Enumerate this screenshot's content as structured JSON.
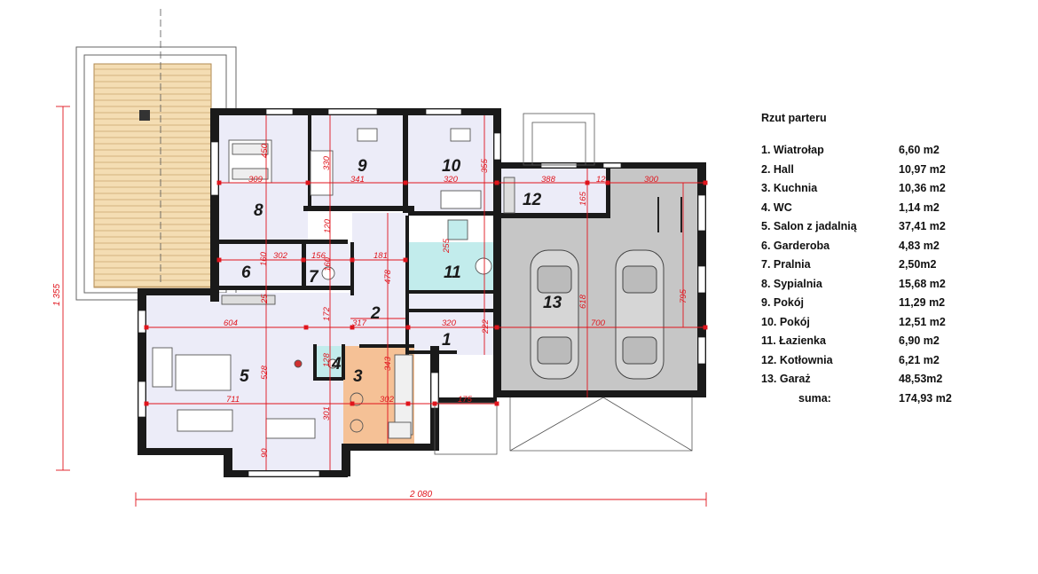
{
  "legend": {
    "title": "Rzut parteru",
    "rooms": [
      {
        "num": "1",
        "label": "1. Wiatrołap",
        "area": "6,60 m2"
      },
      {
        "num": "2",
        "label": "2. Hall",
        "area": "10,97 m2"
      },
      {
        "num": "3",
        "label": "3. Kuchnia",
        "area": "10,36 m2"
      },
      {
        "num": "4",
        "label": "4. WC",
        "area": "1,14 m2"
      },
      {
        "num": "5",
        "label": "5. Salon z jadalnią",
        "area": "37,41 m2"
      },
      {
        "num": "6",
        "label": "6. Garderoba",
        "area": "4,83 m2"
      },
      {
        "num": "7",
        "label": "7. Pralnia",
        "area": "2,50m2"
      },
      {
        "num": "8",
        "label": "8. Sypialnia",
        "area": "15,68 m2"
      },
      {
        "num": "9",
        "label": "9. Pokój",
        "area": "11,29 m2"
      },
      {
        "num": "10",
        "label": "10. Pokój",
        "area": "12,51 m2"
      },
      {
        "num": "11",
        "label": "11. Łazienka",
        "area": "6,90 m2"
      },
      {
        "num": "12",
        "label": "12. Kotłownia",
        "area": "6,21 m2"
      },
      {
        "num": "13",
        "label": "13. Garaż",
        "area": "48,53m2"
      }
    ],
    "sum_label": "suma:",
    "sum_area": "174,93 m2"
  },
  "plan": {
    "overall_width": "2 080",
    "overall_height": "1 355",
    "dimensions": {
      "d309": "309",
      "d341": "341",
      "d320a": "320",
      "d388": "388",
      "d12": "12",
      "d300": "300",
      "d450": "450",
      "d330": "330",
      "d355": "355",
      "d165": "165",
      "d120": "120",
      "d160a": "160",
      "d302a": "302",
      "d156": "156",
      "d160b": "160",
      "d181": "181",
      "d255": "255",
      "d478": "478",
      "d25": "25",
      "d604": "604",
      "d172": "172",
      "d317": "317",
      "d320b": "320",
      "d222": "222",
      "d700": "700",
      "d618": "618",
      "d795": "795",
      "d528": "528",
      "d128": "128",
      "d343": "343",
      "d711": "711",
      "d301": "301",
      "d302b": "302",
      "d175": "175",
      "d90": "90"
    }
  },
  "colors": {
    "room_fill": "#ececf8",
    "bath_fill": "#c2ecec",
    "kitchen_fill": "#f5c196",
    "garage_fill": "#c6c6c6",
    "terrace_fill": "#f4ddb3",
    "wall": "#1a1a1a",
    "dimension": "#e0141c"
  }
}
